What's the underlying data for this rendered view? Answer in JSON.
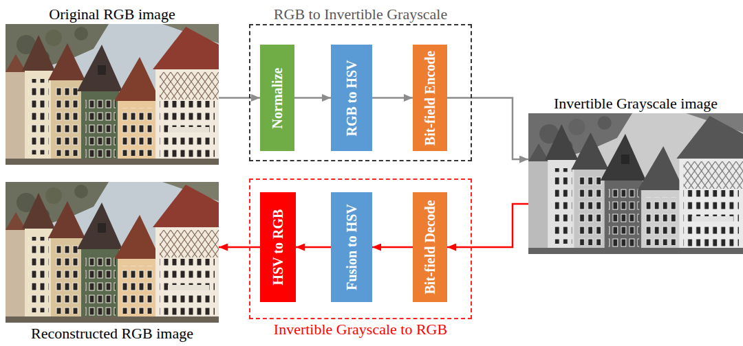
{
  "diagram": {
    "nodes": [
      {
        "text": [
          "Original RGB image"
        ]
      },
      {
        "text": [
          "RGB to Invertible Grayscale"
        ]
      },
      {
        "text": [
          "Normalize"
        ],
        "in": 1
      },
      {
        "text": [
          "RGB to HSV"
        ],
        "in": 1
      },
      {
        "text": [
          "Bit-field Encode"
        ],
        "in": 1
      },
      {
        "text": [
          "Invertible Grayscale image"
        ]
      },
      {
        "text": [
          "Reconstructed RGB image"
        ]
      },
      {
        "text": [
          "Invertible Grayscale to RGB"
        ]
      },
      {
        "text": [
          "HSV to RGB"
        ],
        "in": 7
      },
      {
        "text": [
          "Fusion to HSV"
        ],
        "in": 7
      },
      {
        "text": [
          "Bit-field Decode"
        ],
        "in": 7
      }
    ],
    "edges": [
      {
        "from": 0,
        "to": 2,
        "arrow": "to"
      },
      {
        "from": 2,
        "to": 3,
        "arrow": "to"
      },
      {
        "from": 3,
        "to": 4,
        "arrow": "to"
      },
      {
        "from": 4,
        "to": 5,
        "arrow": "to"
      },
      {
        "from": 5,
        "to": 10,
        "arrow": "to"
      },
      {
        "from": 10,
        "to": 9,
        "arrow": "to"
      },
      {
        "from": 9,
        "to": 8,
        "arrow": "to"
      },
      {
        "from": 8,
        "to": 6,
        "arrow": "to"
      }
    ]
  }
}
